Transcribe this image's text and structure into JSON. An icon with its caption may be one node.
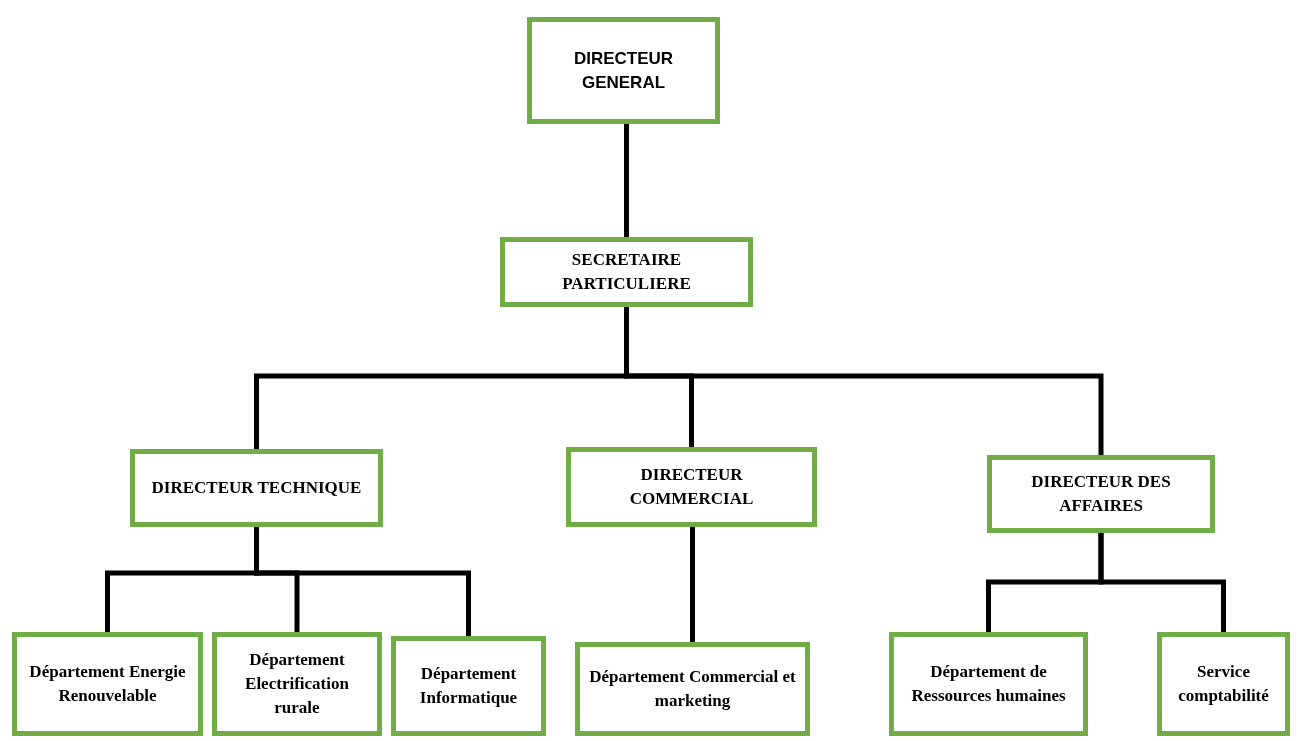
{
  "diagram": {
    "nodes": [
      {
        "text": [
          "DIRECTEUR GENERAL"
        ]
      },
      {
        "text": [
          "SECRETAIRE PARTICULIERE"
        ]
      },
      {
        "text": [
          "DIRECTEUR TECHNIQUE"
        ]
      },
      {
        "text": [
          "DIRECTEUR COMMERCIAL"
        ]
      },
      {
        "text": [
          "DIRECTEUR DES AFFAIRES"
        ]
      },
      {
        "text": [
          "Département Energie Renouvelable"
        ]
      },
      {
        "text": [
          "Département Electrification rurale"
        ]
      },
      {
        "text": [
          "Département Informatique"
        ]
      },
      {
        "text": [
          "Département Commercial et marketing"
        ]
      },
      {
        "text": [
          "Département de Ressources humaines"
        ]
      },
      {
        "text": [
          "Service comptabilité"
        ]
      }
    ],
    "edges": [
      {
        "from": 0,
        "to": 1,
        "arrow": "none"
      },
      {
        "from": 1,
        "to": 2,
        "arrow": "none"
      },
      {
        "from": 1,
        "to": 3,
        "arrow": "none"
      },
      {
        "from": 1,
        "to": 4,
        "arrow": "none"
      },
      {
        "from": 2,
        "to": 5,
        "arrow": "none"
      },
      {
        "from": 2,
        "to": 6,
        "arrow": "none"
      },
      {
        "from": 2,
        "to": 7,
        "arrow": "none"
      },
      {
        "from": 3,
        "to": 8,
        "arrow": "none"
      },
      {
        "from": 4,
        "to": 9,
        "arrow": "none"
      },
      {
        "from": 4,
        "to": 10,
        "arrow": "none"
      }
    ]
  }
}
